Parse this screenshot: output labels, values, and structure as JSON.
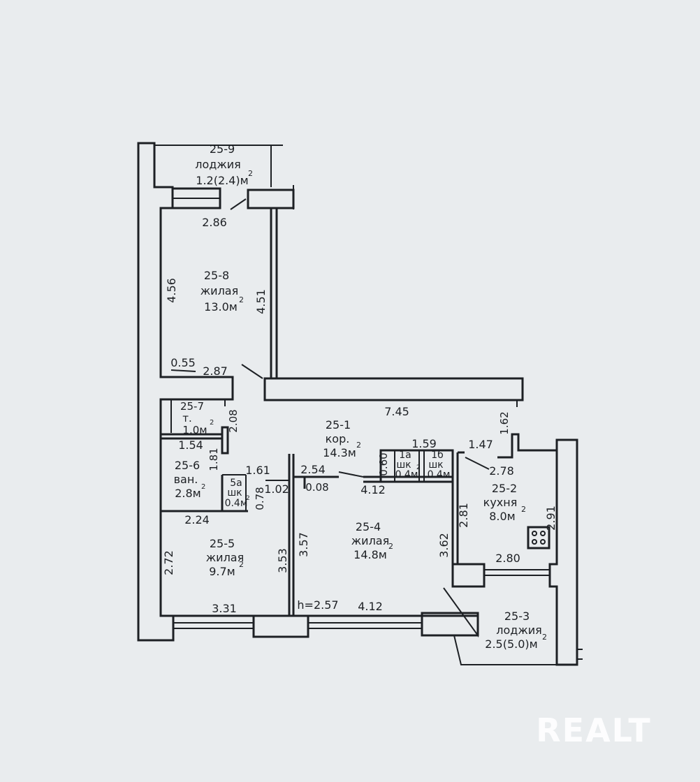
{
  "rooms": {
    "r259": {
      "id": "25-9",
      "name": "лоджия",
      "area": "1.2(2.4)м",
      "sup": "2"
    },
    "r258": {
      "id": "25-8",
      "name": "жилая",
      "area": "13.0м",
      "sup": "2"
    },
    "r257": {
      "id": "25-7",
      "name": "т.",
      "area": "1.0м",
      "sup": "2"
    },
    "r251": {
      "id": "25-1",
      "name": "кор.",
      "area": "14.3м",
      "sup": "2"
    },
    "r256": {
      "id": "25-6",
      "name": "ван.",
      "area": "2.8м",
      "sup": "2"
    },
    "r25_5a": {
      "id": "5а",
      "name": "шк",
      "area": "0.4м",
      "sup": "2"
    },
    "r25_1a": {
      "id": "1а",
      "name": "шк",
      "area": "0.4м",
      "sup": "2"
    },
    "r25_1b": {
      "id": "1б",
      "name": "шк",
      "area": "0.4м",
      "sup": "2"
    },
    "r252": {
      "id": "25-2",
      "name": "кухня",
      "area": "8.0м",
      "sup": "2"
    },
    "r254": {
      "id": "25-4",
      "name": "жилая",
      "area": "14.8м",
      "sup": "2"
    },
    "r255": {
      "id": "25-5",
      "name": "жилая",
      "area": "9.7м",
      "sup": "2"
    },
    "r253": {
      "id": "25-3",
      "name": "лоджия",
      "area": "2.5(5.0)м",
      "sup": "2"
    }
  },
  "dims": {
    "d286": "2.86",
    "d456": "4.56",
    "d451": "4.51",
    "d055": "0.55",
    "d287": "2.87",
    "d745": "7.45",
    "d208": "2.08",
    "d154": "1.54",
    "d181": "1.81",
    "d161": "1.61",
    "d254": "2.54",
    "d060": "0.60",
    "d159": "1.59",
    "d147": "1.47",
    "d162": "1.62",
    "d278": "2.78",
    "d078": "0.78",
    "d102": "1.02",
    "d008": "0.08",
    "d412a": "4.12",
    "d224": "2.24",
    "d281": "2.81",
    "d291": "2.91",
    "d272": "2.72",
    "d353": "3.53",
    "d357": "3.57",
    "d362": "3.62",
    "d280": "2.80",
    "d331": "3.31",
    "d257": "h=2.57",
    "d412b": "4.12"
  },
  "watermark": "REALT"
}
